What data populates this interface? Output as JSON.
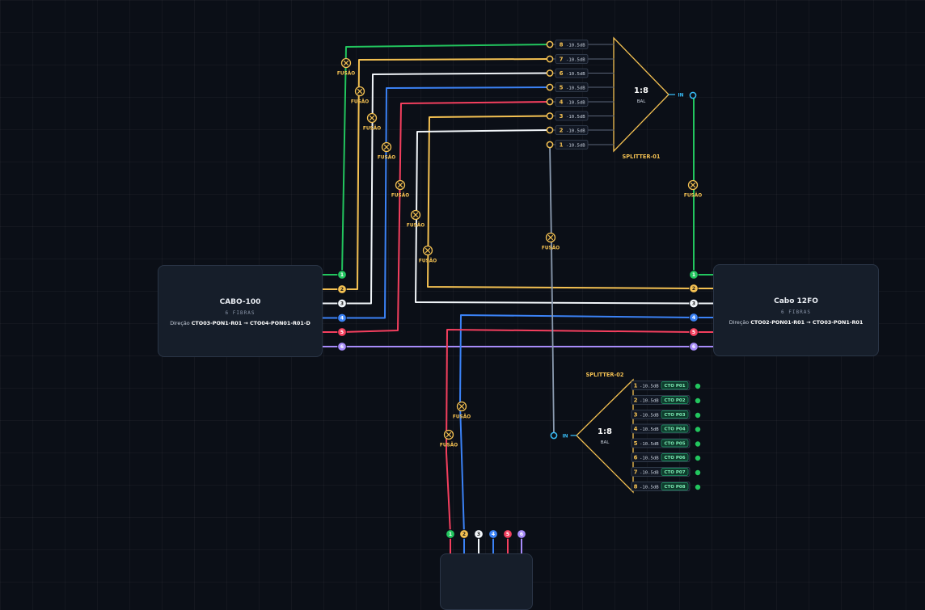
{
  "cables": {
    "left": {
      "name": "CABO-100",
      "count": "6 FIBRAS",
      "dir_prefix": "Direção ",
      "dir_route": "CTO03-PON1-R01 → CTO04-PON01-R01-D"
    },
    "right": {
      "name": "Cabo 12FO",
      "count": "6 FIBRAS",
      "dir_prefix": "Direção ",
      "dir_route": "CTO02-PON01-R01 → CTO03-PON1-R01"
    }
  },
  "fiber_numbers": [
    "1",
    "2",
    "3",
    "4",
    "5",
    "6"
  ],
  "fiber_colors": [
    "#22c55e",
    "#f4c152",
    "#f1f5f9",
    "#3b82f6",
    "#f43f5e",
    "#a78bfa"
  ],
  "splice_label": "FUSÃO",
  "splitter1": {
    "name": "SPLITTER-01",
    "ratio": "1:8",
    "type": "BAL",
    "in_label": "IN",
    "outputs": [
      {
        "port": "8",
        "loss": "-10.5dB"
      },
      {
        "port": "7",
        "loss": "-10.5dB"
      },
      {
        "port": "6",
        "loss": "-10.5dB"
      },
      {
        "port": "5",
        "loss": "-10.5dB"
      },
      {
        "port": "4",
        "loss": "-10.5dB"
      },
      {
        "port": "3",
        "loss": "-10.5dB"
      },
      {
        "port": "2",
        "loss": "-10.5dB"
      },
      {
        "port": "1",
        "loss": "-10.5dB"
      }
    ]
  },
  "splitter2": {
    "name": "SPLITTER-02",
    "ratio": "1:8",
    "type": "BAL",
    "in_label": "IN",
    "outputs": [
      {
        "port": "1",
        "loss": "-10.5dB",
        "client": "CTO P01"
      },
      {
        "port": "2",
        "loss": "-10.5dB",
        "client": "CTO P02"
      },
      {
        "port": "3",
        "loss": "-10.5dB",
        "client": "CTO P03"
      },
      {
        "port": "4",
        "loss": "-10.5dB",
        "client": "CTO P04"
      },
      {
        "port": "5",
        "loss": "-10.5dB",
        "client": "CTO P05"
      },
      {
        "port": "6",
        "loss": "-10.5dB",
        "client": "CTO P06"
      },
      {
        "port": "7",
        "loss": "-10.5dB",
        "client": "CTO P07"
      },
      {
        "port": "8",
        "loss": "-10.5dB",
        "client": "CTO P08"
      }
    ]
  },
  "colors": {
    "accent": "#f4c152",
    "in_port": "#38bdf8",
    "client_ok": "#22c55e",
    "grey_fiber": "#8b9bb0"
  }
}
